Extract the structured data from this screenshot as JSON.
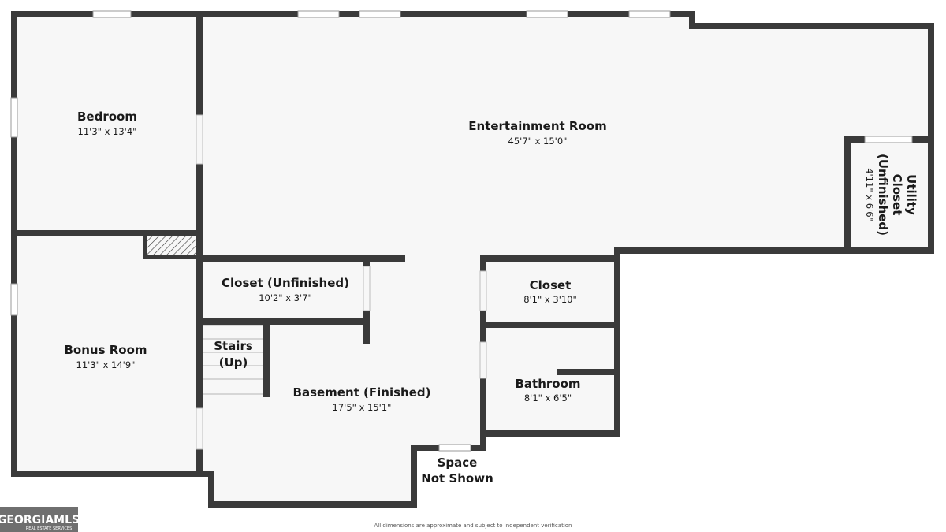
{
  "rooms": {
    "bedroom": {
      "name": "Bedroom",
      "dimensions": "11'3\" x 13'4\""
    },
    "bonus_room": {
      "name": "Bonus Room",
      "dimensions": "11'3\" x 14'9\""
    },
    "entertainment_room": {
      "name": "Entertainment Room",
      "dimensions": "45'7\" x 15'0\""
    },
    "closet_unfinished": {
      "name": "Closet (Unfinished)",
      "dimensions": "10'2\" x 3'7\""
    },
    "stairs": {
      "name_line1": "Stairs",
      "name_line2": "(Up)"
    },
    "basement": {
      "name": "Basement (Finished)",
      "dimensions": "17'5\" x 15'1\""
    },
    "closet": {
      "name": "Closet",
      "dimensions": "8'1\" x 3'10\""
    },
    "bathroom": {
      "name": "Bathroom",
      "dimensions": "8'1\" x 6'5\""
    },
    "utility_closet": {
      "name_line1": "Utility",
      "name_line2": "Closet",
      "name_line3": "(Unfinished)",
      "dimensions": "4'11\" x 6'6\""
    }
  },
  "space_not_shown": {
    "line1": "Space",
    "line2": "Not Shown"
  },
  "footer_note": "All dimensions are approximate and subject to independent verification",
  "logo": {
    "main": "GEORGIAMLS",
    "sub": "REAL ESTATE SERVICES"
  },
  "colors": {
    "wall": "#3a3a3a",
    "floor": "#f7f7f7",
    "window": "#ffffff",
    "logo_bg": "#6f6f6f"
  }
}
